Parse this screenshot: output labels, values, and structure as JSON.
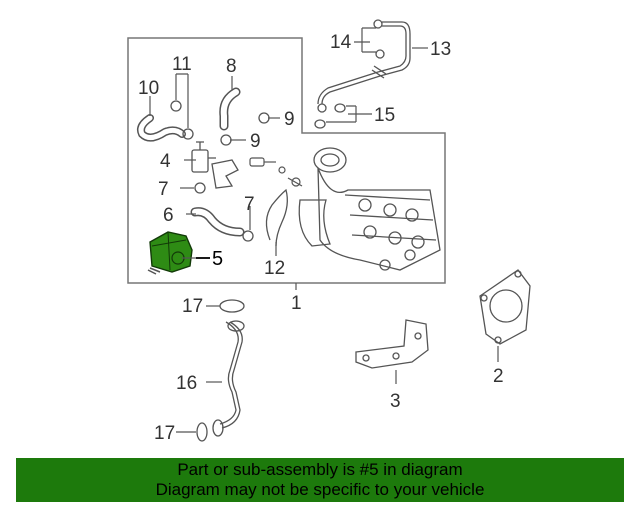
{
  "callouts": {
    "c1": "1",
    "c2": "2",
    "c3": "3",
    "c4": "4",
    "c5": "5",
    "c6": "6",
    "c7a": "7",
    "c7b": "7",
    "c8": "8",
    "c9a": "9",
    "c9b": "9",
    "c10": "10",
    "c11": "11",
    "c12": "12",
    "c13": "13",
    "c14": "14",
    "c15": "15",
    "c16": "16",
    "c17a": "17",
    "c17b": "17"
  },
  "highlighted_part": "5",
  "colors": {
    "banner": "#1d7a0c",
    "highlight": "#2e8b14",
    "line": "#555555"
  },
  "banner": {
    "line1": "Part or sub-assembly is #5 in diagram",
    "line2": "Diagram may not be specific to your vehicle"
  }
}
